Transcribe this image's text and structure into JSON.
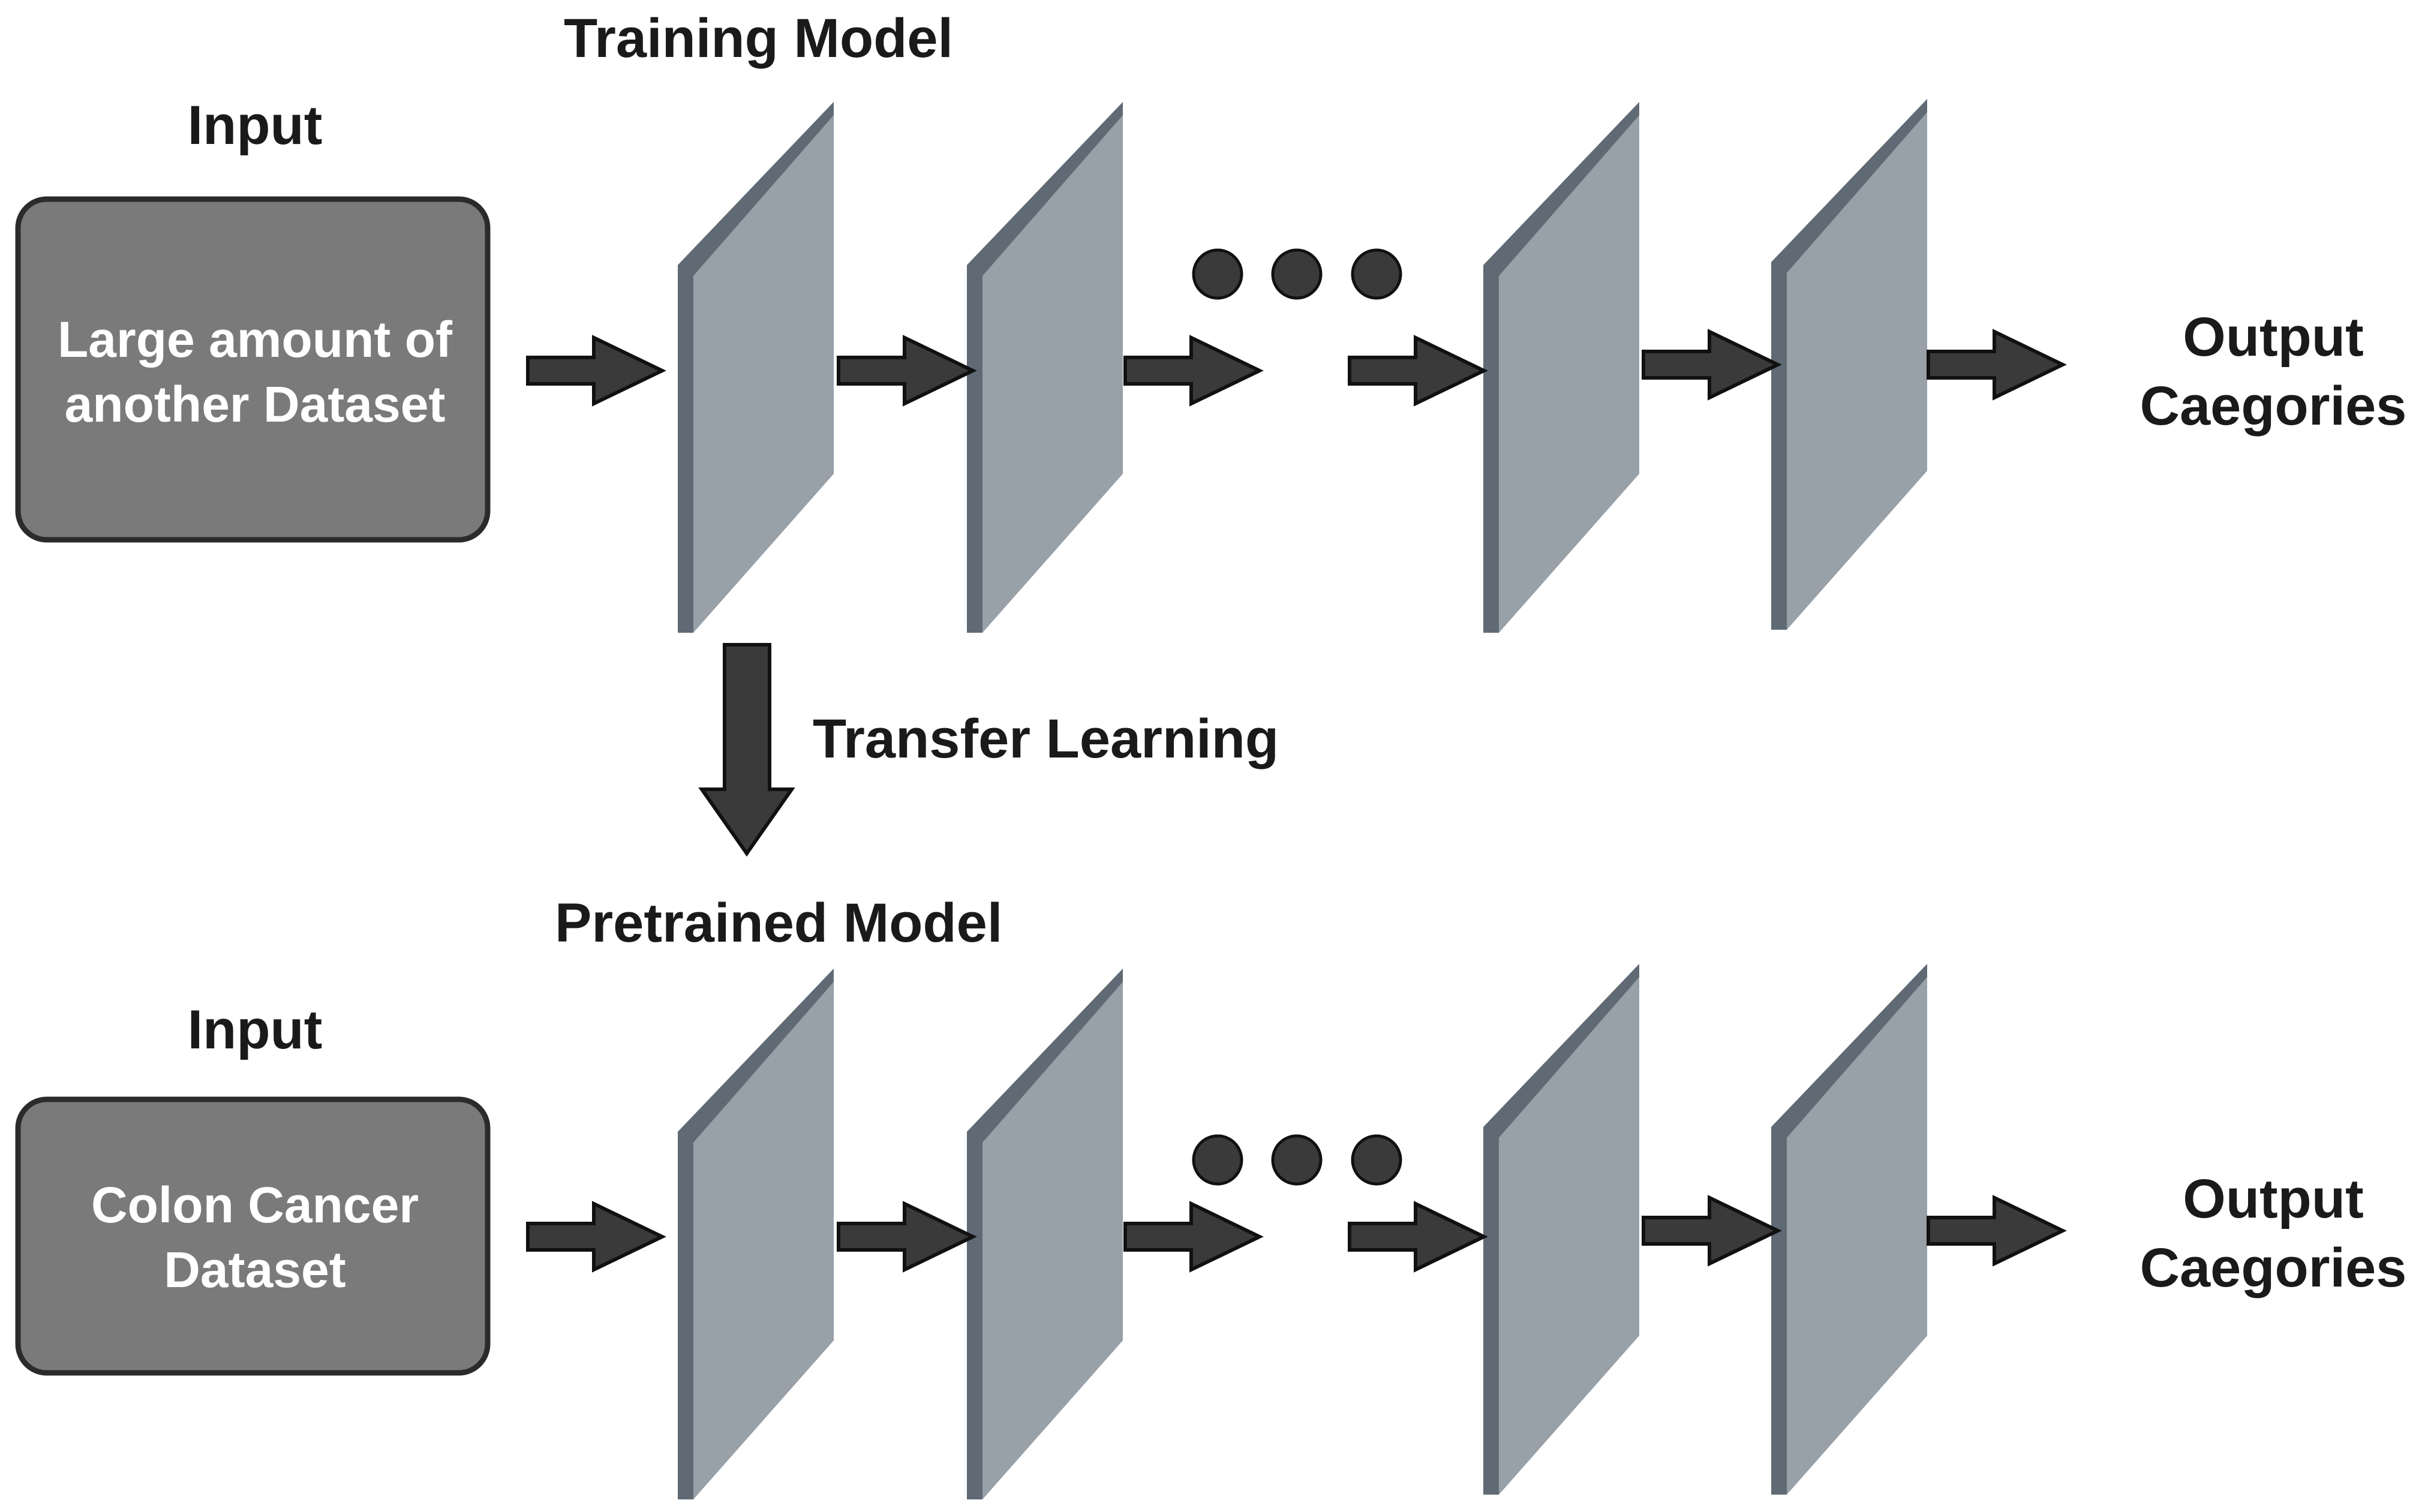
{
  "top_row": {
    "title": "Training Model",
    "input_heading": "Input",
    "input_box": [
      "Large amount of",
      "another Dataset"
    ],
    "output_label": [
      "Output",
      "Caegories"
    ]
  },
  "transfer_label": "Transfer Learning",
  "bottom_row": {
    "title": "Pretrained Model",
    "input_heading": "Input",
    "input_box": [
      "Colon Cancer",
      "Dataset"
    ],
    "output_label": [
      "Output",
      "Caegories"
    ]
  },
  "colors": {
    "input_box_fill": "#7a7a7a",
    "input_box_stroke": "#2b2b2b",
    "layer_face": "#98a0a8",
    "layer_edge": "#5f6a74",
    "arrow_fill": "#3a3a3a",
    "text_dark": "#1a1a1a",
    "text_light": "#ffffff"
  }
}
